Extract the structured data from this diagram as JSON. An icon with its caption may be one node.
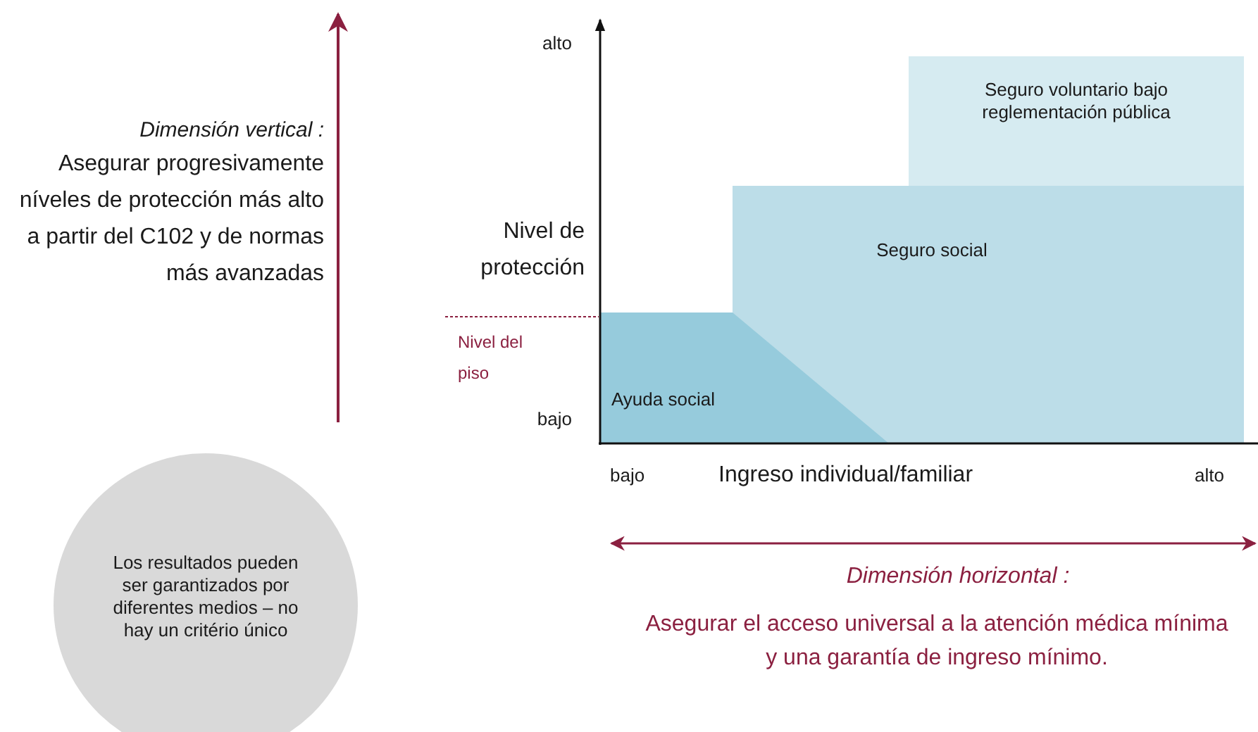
{
  "diagram": {
    "nodes": [
      {
        "text": [
          "Seguro social"
        ]
      },
      {
        "text": [
          "Seguro voluntario bajo reglementación pública"
        ]
      },
      {
        "text": [
          "Ayuda social"
        ]
      },
      {
        "text": [
          "Los resultados pueden ser garantizados por diferentes medios – no hay un critério único"
        ]
      }
    ],
    "edges": [],
    "labels": [
      "Dimensión vertical :",
      "Asegurar progresivamente níveles de protección más alto a partir del C102 y de normas más avanzadas",
      "alto",
      "Nivel de protección",
      "Nivel del piso",
      "bajo",
      "bajo",
      "Ingreso individual/familiar",
      "alto",
      "Dimensión horizontal :",
      "Asegurar el acceso universal a la atención médica mínima y una garantía de ingreso mínimo."
    ]
  }
}
